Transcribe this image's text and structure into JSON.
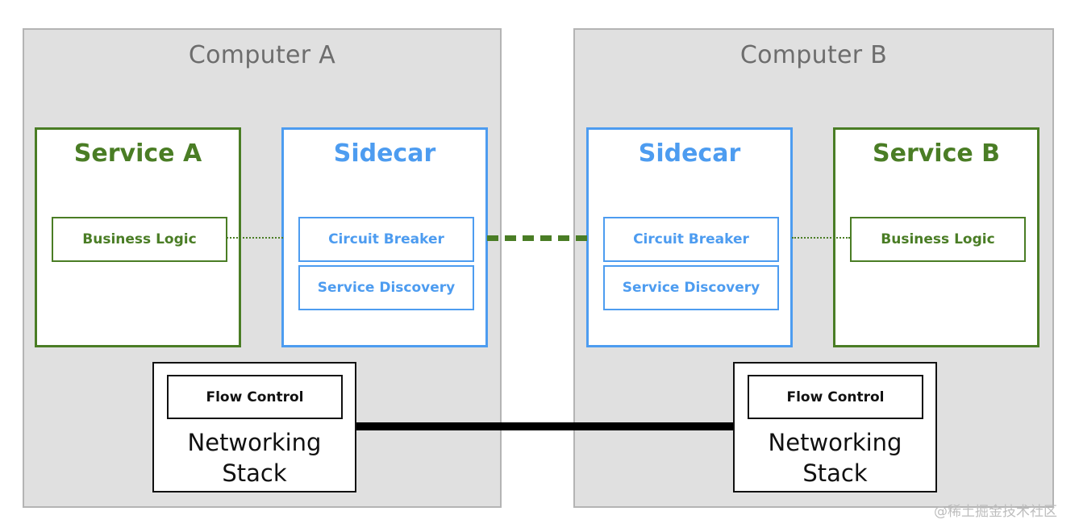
{
  "computer_a": {
    "title": "Computer A",
    "service": {
      "title": "Service A",
      "business_logic": "Business Logic"
    },
    "sidecar": {
      "title": "Sidecar",
      "circuit_breaker": "Circuit Breaker",
      "service_discovery": "Service Discovery"
    },
    "networking": {
      "flow_control": "Flow Control",
      "label_line1": "Networking",
      "label_line2": "Stack"
    }
  },
  "computer_b": {
    "title": "Computer B",
    "service": {
      "title": "Service B",
      "business_logic": "Business Logic"
    },
    "sidecar": {
      "title": "Sidecar",
      "circuit_breaker": "Circuit Breaker",
      "service_discovery": "Service Discovery"
    },
    "networking": {
      "flow_control": "Flow Control",
      "label_line1": "Networking",
      "label_line2": "Stack"
    }
  },
  "watermark": "@稀土掘金技术社区",
  "colors": {
    "service_green": "#4a7d25",
    "sidecar_blue": "#4d9cf0",
    "computer_gray": "#e0e0e0",
    "title_gray": "#6d6d6d",
    "network_black": "#111111"
  }
}
